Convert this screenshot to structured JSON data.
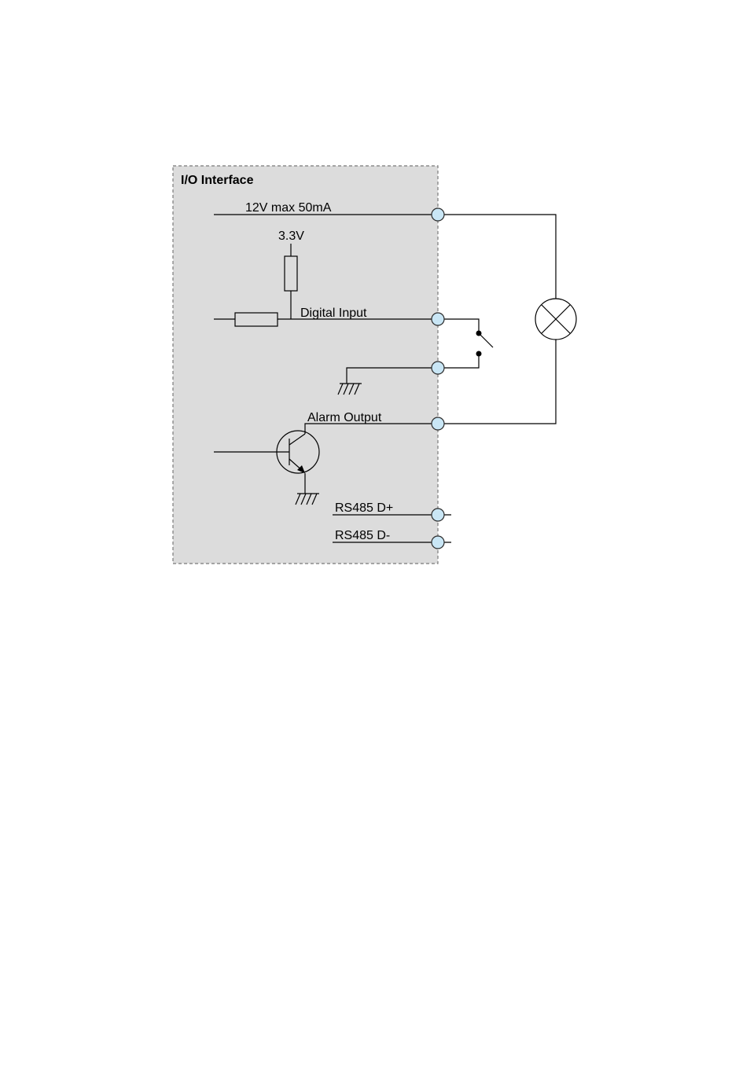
{
  "diagram": {
    "title": "I/O Interface",
    "labels": {
      "power": "12V max 50mA",
      "pullup": "3.3V",
      "digital_input": "Digital Input",
      "alarm_output": "Alarm Output",
      "rs485_plus": "RS485 D+",
      "rs485_minus": "RS485 D-"
    },
    "colors": {
      "panel_fill": "#dcdcdc",
      "panel_border": "#7a7a7a",
      "terminal_fill": "#c9e6f5",
      "wire": "#000000"
    }
  }
}
